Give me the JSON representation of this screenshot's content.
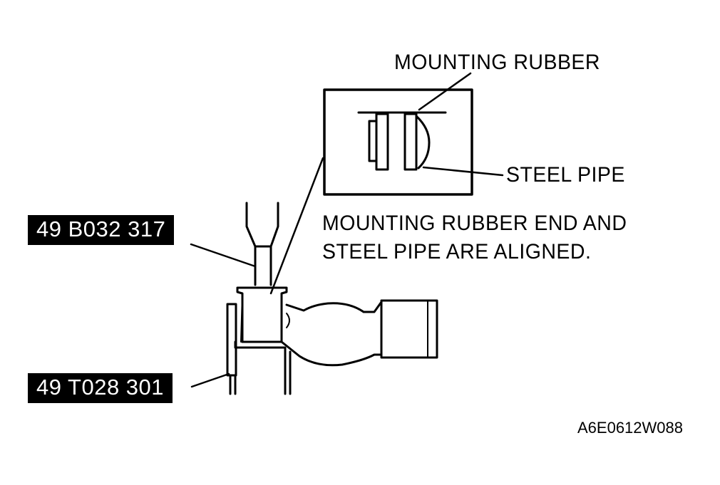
{
  "labels": {
    "mounting_rubber": "MOUNTING RUBBER",
    "steel_pipe": "STEEL PIPE",
    "alignment_note_line1": "MOUNTING RUBBER END AND",
    "alignment_note_line2": "STEEL PIPE ARE ALIGNED.",
    "tool_upper": "49 B032 317",
    "tool_lower": "49 T028 301",
    "figure_code": "A6E0612W088"
  },
  "colors": {
    "ink": "#000000",
    "paper": "#ffffff"
  }
}
